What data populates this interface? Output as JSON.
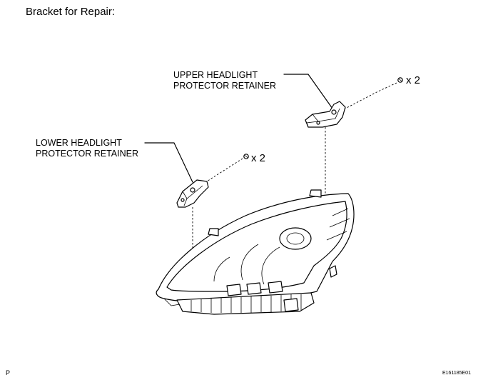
{
  "title": "Bracket for Repair:",
  "callouts": {
    "upper": {
      "line1": "UPPER HEADLIGHT",
      "line2": "PROTECTOR RETAINER"
    },
    "lower": {
      "line1": "LOWER HEADLIGHT",
      "line2": "PROTECTOR RETAINER"
    }
  },
  "quantities": {
    "upper": "x 2",
    "lower": "x 2"
  },
  "corner": {
    "left": "P",
    "right": "E161185E01"
  },
  "icons": [
    "screw-icon",
    "bracket-icon",
    "headlight-assembly-icon"
  ],
  "colors": {
    "ink": "#000000",
    "paper": "#ffffff"
  }
}
